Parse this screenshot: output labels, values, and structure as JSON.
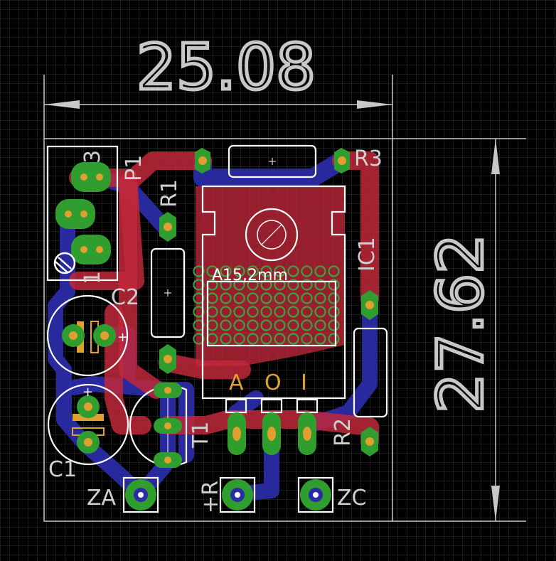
{
  "dimensions": {
    "width_label": "25.08",
    "height_label": "27.62"
  },
  "components": {
    "p1": {
      "ref": "P1",
      "pin_first": "1",
      "pin_last": "3"
    },
    "r1": {
      "ref": "R1"
    },
    "r2": {
      "ref": "R2"
    },
    "r3": {
      "ref": "R3"
    },
    "c1": {
      "ref": "C1",
      "polarity": "+"
    },
    "c2": {
      "ref": "C2",
      "polarity": "+"
    },
    "t1": {
      "ref": "T1"
    },
    "ic1": {
      "ref": "IC1",
      "pins": [
        "A",
        "O",
        "I"
      ],
      "area_note": "A15,2mm"
    }
  },
  "connectors": {
    "za": "ZA",
    "plus_r": "+R",
    "zc": "ZC"
  },
  "colors": {
    "background": "#000000",
    "grid": "#3a3a3a",
    "top_copper": "#c0283a",
    "bottom_copper": "#2b2ba6",
    "pad": "#2f9e2f",
    "drill": "#e0a030",
    "silkscreen": "#ffffff",
    "dimension": "#c8c8c8"
  }
}
